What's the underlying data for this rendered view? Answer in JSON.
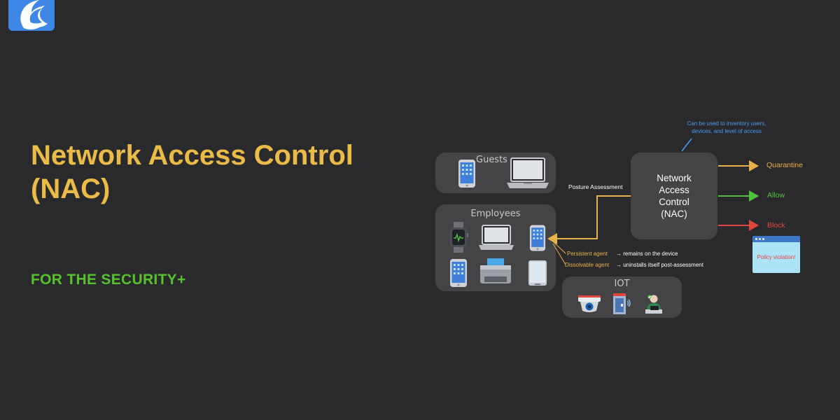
{
  "logo": {
    "icon": "wave-logo-icon",
    "color": "#3f87e6"
  },
  "title": {
    "line1": "Network Access Control",
    "line2": "(NAC)",
    "color": "#eabb47"
  },
  "subtitle": {
    "text": "FOR THE SECURITY+",
    "color": "#56c32c"
  },
  "diagram": {
    "groups": {
      "guests": {
        "label": "Guests",
        "devices": [
          "smartphone-icon",
          "laptop-icon"
        ]
      },
      "employees": {
        "label": "Employees",
        "devices": [
          "smartwatch-icon",
          "laptop-icon",
          "smartphone-icon",
          "smartphone-icon",
          "printer-icon",
          "tablet-icon"
        ]
      },
      "iot": {
        "label": "IOT",
        "devices": [
          "security-camera-icon",
          "smart-door-lock-icon",
          "smart-assistant-icon"
        ]
      }
    },
    "nac": {
      "line1": "Network",
      "line2": "Access",
      "line3": "Control",
      "line4": "(NAC)"
    },
    "posture_label": "Posture Assessment",
    "inventory_note": "Can be used to inventory users, devices, and level of access",
    "agents": {
      "persistent": {
        "name": "Persistent agent",
        "desc": "→ remains on the device"
      },
      "dissolvable": {
        "name": "Dissolvable agent",
        "desc": "→ uninstalls itself post-assessment"
      }
    },
    "outcomes": [
      {
        "label": "Quarantine",
        "color": "#eab14a"
      },
      {
        "label": "Allow",
        "color": "#4fc23b"
      },
      {
        "label": "Block",
        "color": "#e0463a"
      }
    ],
    "policy_violation": "Policy violation!",
    "colors": {
      "accent": "#eab14a",
      "note": "#4a9bf2",
      "panel": "#444446"
    }
  }
}
